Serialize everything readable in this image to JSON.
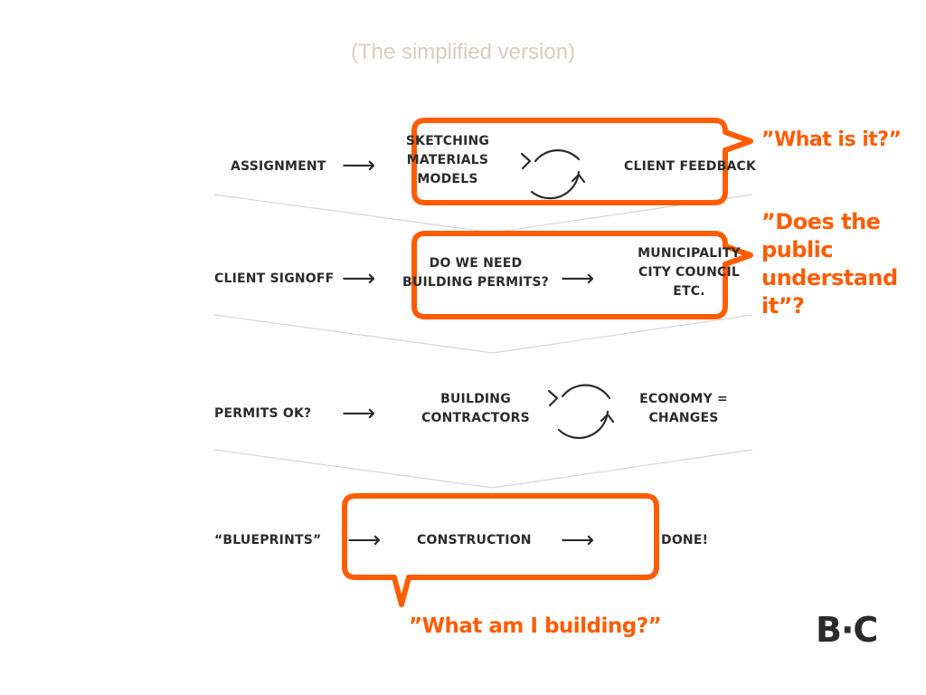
{
  "subtitle": "(The simplified version)",
  "rows": [
    {
      "start": "ASSIGNMENT",
      "middle": [
        "SKETCHING",
        "MATERIALS",
        "MODELS"
      ],
      "end": "CLIENT FEEDBACK"
    },
    {
      "start": "CLIENT SIGNOFF",
      "middle": [
        "DO WE NEED",
        "BUILDING PERMITS?"
      ],
      "end": [
        "MUNICIPALITY",
        "CITY COUNCIL",
        "ETC."
      ]
    },
    {
      "start": "PERMITS OK?",
      "middle": [
        "BUILDING",
        "CONTRACTORS"
      ],
      "end": [
        "ECONOMY =",
        "CHANGES"
      ]
    },
    {
      "start": "“BLUEPRINTS”",
      "middle": "CONSTRUCTION",
      "end": "DONE!"
    }
  ],
  "callouts": {
    "what_is_it": "”What is it?”",
    "public_line1": "”Does the",
    "public_line2": "public",
    "public_line3": "understand",
    "public_line4": "it”?",
    "building": "”What am I building?”"
  },
  "logo": "B·C",
  "colors": {
    "accent": "#ff5c00",
    "text": "#2b2b2b",
    "subtitle": "#d9cdbf",
    "divider": "#d6d6d6"
  }
}
